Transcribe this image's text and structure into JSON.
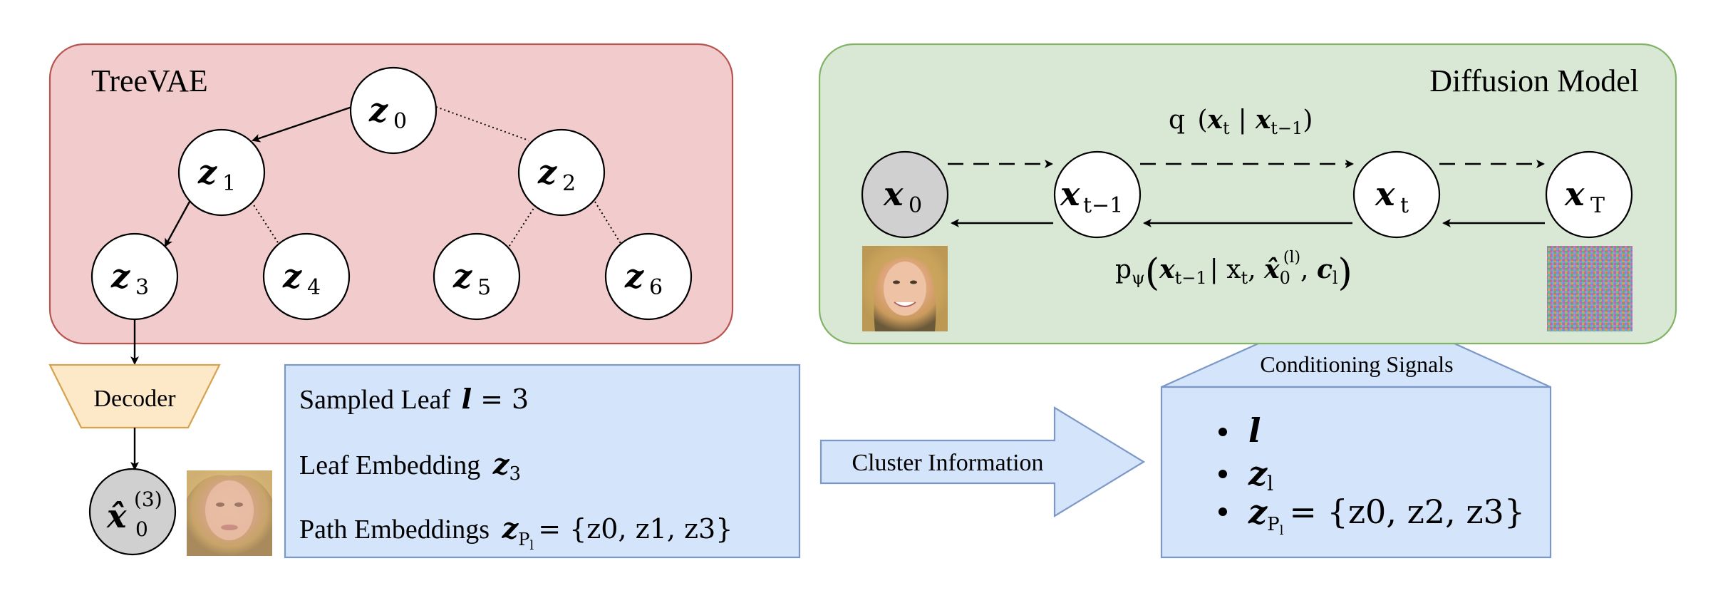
{
  "treevae": {
    "title": "TreeVAE",
    "nodes": [
      "z",
      "z",
      "z",
      "z",
      "z",
      "z",
      "z"
    ],
    "subscripts": [
      "0",
      "1",
      "2",
      "3",
      "4",
      "5",
      "6"
    ],
    "decoder_label": "Decoder",
    "output": {
      "symbol": "x̂",
      "subscript": "0",
      "superscript": "(3)"
    }
  },
  "diffusion": {
    "title": "Diffusion Model",
    "nodes": [
      {
        "symbol": "x",
        "sub": "0"
      },
      {
        "symbol": "x",
        "sub": "t−1"
      },
      {
        "symbol": "x",
        "sub": "t"
      },
      {
        "symbol": "x",
        "sub": "T"
      }
    ],
    "forward_label": {
      "q": "q",
      "open": "(",
      "x": "x",
      "sub_t": "t",
      "bar": "|",
      "sub_t1": "t−1",
      "close": ")"
    },
    "reverse_label": {
      "p": "p",
      "psi": "ψ",
      "text": "x",
      "sub1": "t−1",
      "rest1": "| x",
      "sub2": "t",
      "xhat": "x̂",
      "sub3": "0",
      "sup3": "(l)",
      "c": "c",
      "sub4": "l"
    }
  },
  "sampled": {
    "line1": "Sampled Leaf",
    "line1_math": "l = 3",
    "line2": "Leaf Embedding",
    "line2_math": "z",
    "line2_sub": "3",
    "line3": "Path Embeddings",
    "line3_math_lhs": "z",
    "line3_sub": "P",
    "line3_subsub": "l",
    "line3_rhs": "= {z0, z1, z3}"
  },
  "arrow_label": "Cluster Information",
  "conditioning": {
    "title": "Conditioning Signals",
    "items": [
      "l",
      "z",
      "z"
    ],
    "item2_sub": "l",
    "item3_sub": "P",
    "item3_subsub": "l",
    "item3_rhs": "= {z0, z2, z3}"
  },
  "colors": {
    "treevae_fill": "#f2cccc",
    "treevae_stroke": "#b85450",
    "diffusion_fill": "#d8e8d4",
    "diffusion_stroke": "#82b366",
    "blue_fill": "#d4e4fa",
    "blue_stroke": "#7c98c8",
    "decoder_fill": "#fde8c8",
    "decoder_stroke": "#d6a24e"
  }
}
